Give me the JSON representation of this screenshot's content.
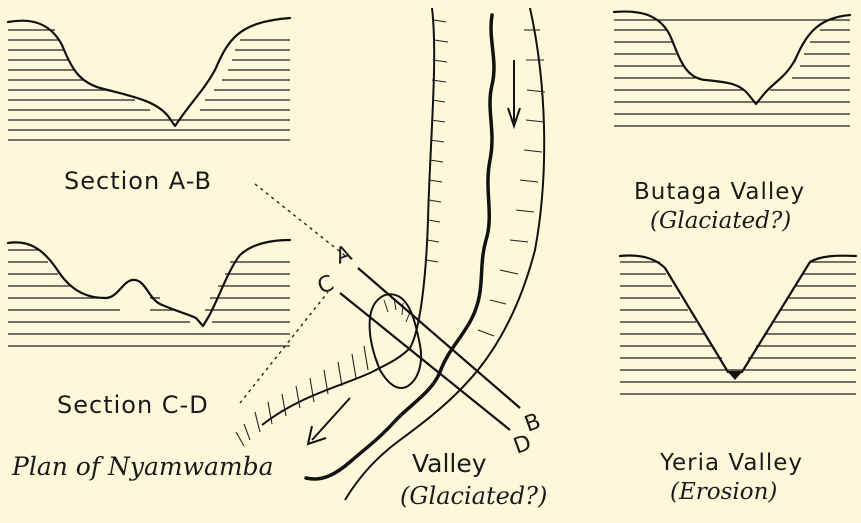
{
  "labels": {
    "section_ab": "Section A-B",
    "section_cd": "Section C-D",
    "butaga_title": "Butaga Valley",
    "butaga_note": "(Glaciated?)",
    "yeria_title": "Yeria Valley",
    "yeria_note": "(Erosion)",
    "plan_prefix": "Plan of Nyamwamba",
    "plan_valley": "Valley",
    "plan_note": "(Glaciated?)",
    "point_a": "A",
    "point_b": "B",
    "point_c": "C",
    "point_d": "D"
  },
  "colors": {
    "paper": "#fdf8d9",
    "ink": "#1a1a1a"
  }
}
